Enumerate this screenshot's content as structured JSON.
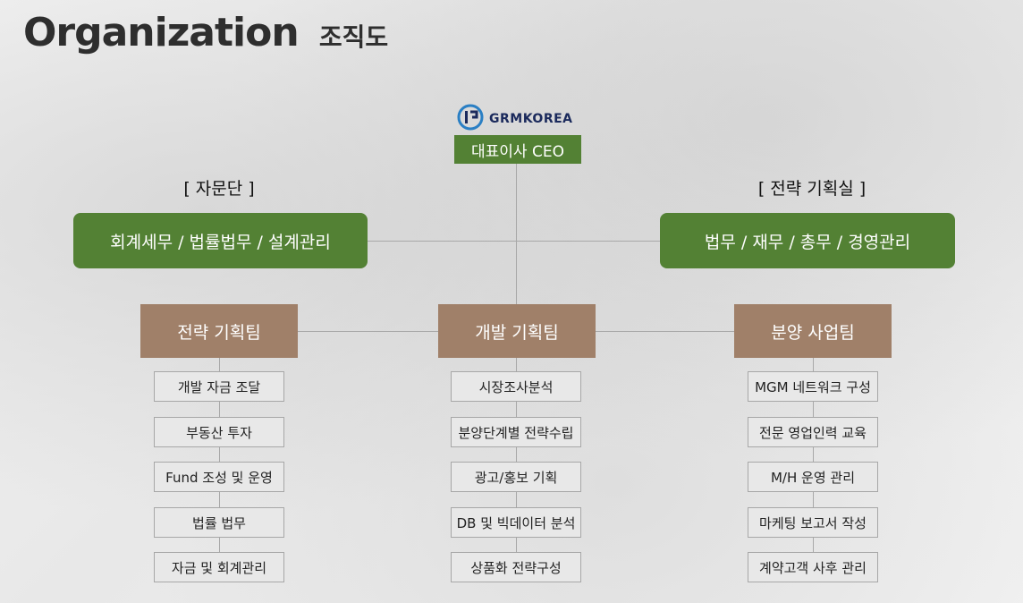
{
  "header": {
    "title_en": "Organization",
    "title_ko": "조직도"
  },
  "logo": {
    "text": "GRMKOREA",
    "icon": "grmkorea-logo-icon"
  },
  "ceo": {
    "label": "대표이사 CEO"
  },
  "advisory": {
    "group_label": "[ 자문단 ]",
    "box_label": "회계세무 / 법률법무 / 설계관리"
  },
  "strategy_office": {
    "group_label": "[ 전략 기획실 ]",
    "box_label": "법무 / 재무 / 총무 / 경영관리"
  },
  "teams": [
    {
      "name": "전략 기획팀",
      "tasks": [
        "개발 자금 조달",
        "부동산 투자",
        "Fund 조성 및 운영",
        "법률 법무",
        "자금 및 회계관리"
      ]
    },
    {
      "name": "개발 기획팀",
      "tasks": [
        "시장조사분석",
        "분양단계별 전략수립",
        "광고/홍보 기획",
        "DB 및 빅데이터 분석",
        "상품화 전략구성"
      ]
    },
    {
      "name": "분양 사업팀",
      "tasks": [
        "MGM 네트워크 구성",
        "전문 영업인력 교육",
        "M/H 운영 관리",
        "마케팅 보고서 작성",
        "계약고객 사후 관리"
      ]
    }
  ],
  "colors": {
    "green": "#538134",
    "brown": "#a08069",
    "task_bg": "#e8e8e8",
    "line": "#a8a8a8"
  }
}
